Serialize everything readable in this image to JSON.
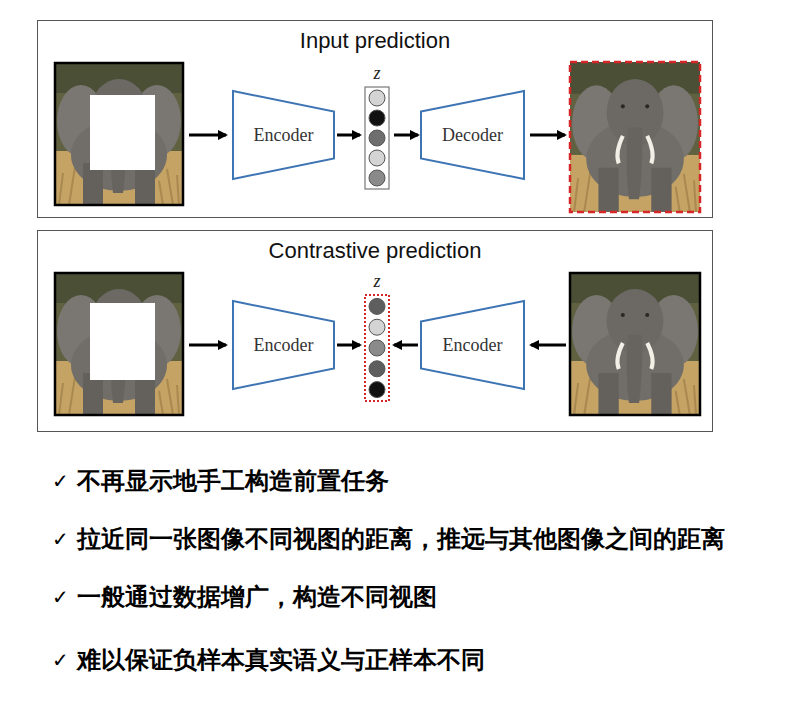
{
  "diagram": {
    "nodes": [
      {
        "text": [
          "Input prediction"
        ]
      },
      {
        "text": [
          "Encoder"
        ],
        "in": 0
      },
      {
        "text": [
          "z"
        ],
        "in": 0
      },
      {
        "text": [
          "Decoder"
        ],
        "in": 0
      },
      {
        "text": [
          "Contrastive prediction"
        ]
      },
      {
        "text": [
          "Encoder"
        ],
        "in": 4
      },
      {
        "text": [
          "z"
        ],
        "in": 4
      },
      {
        "text": [
          "Encoder"
        ],
        "in": 4
      }
    ],
    "edges": [
      {
        "from": 1,
        "to": 2,
        "arrow": "to"
      },
      {
        "from": 2,
        "to": 3,
        "arrow": "to"
      },
      {
        "from": 5,
        "to": 6,
        "arrow": "to"
      },
      {
        "from": 7,
        "to": 6,
        "arrow": "to"
      }
    ],
    "labels": [
      "✓",
      "不再显示地手工构造前置任务",
      "✓",
      "拉近同一张图像不同视图的距离，推远与其他图像之间的距离",
      "✓",
      "一般通过数据增广，构造不同视图",
      "✓",
      "难以保证负样本真实语义与正样本不同"
    ]
  }
}
